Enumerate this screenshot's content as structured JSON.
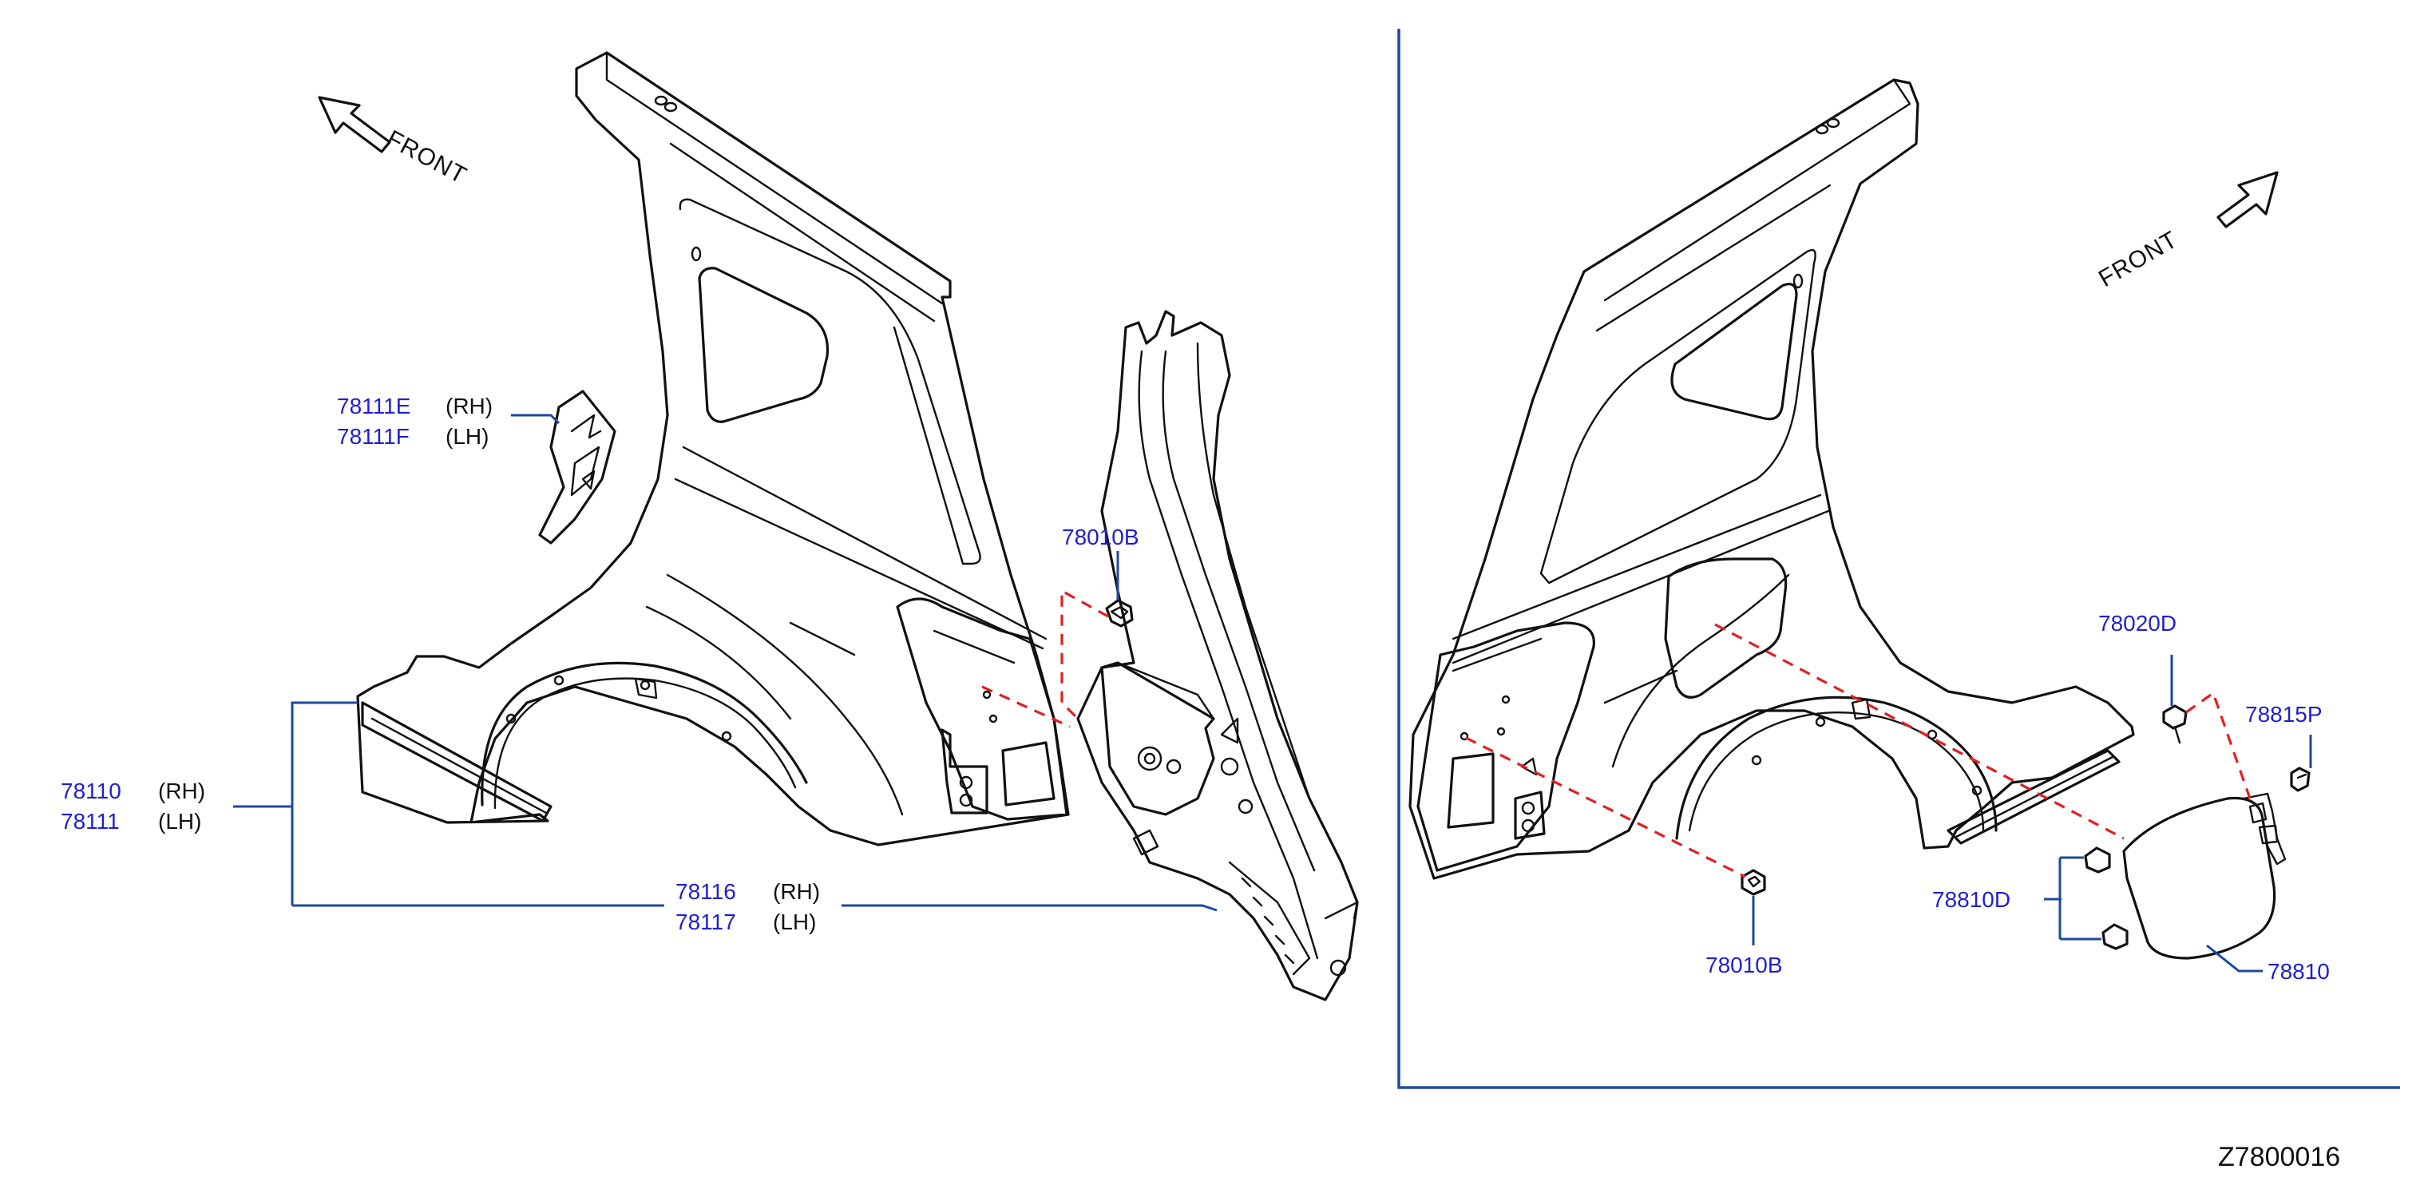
{
  "colors": {
    "part_number": "#1f1fd0",
    "leader": "#1d4a9e",
    "dashed_guide": "#e02020",
    "line_art": "#111111"
  },
  "left_view": {
    "front_label": "FRONT",
    "callouts": {
      "rear_fender_reinf_rh": {
        "number": "78111E",
        "side": "(RH)"
      },
      "rear_fender_reinf_lh": {
        "number": "78111F",
        "side": "(LH)"
      },
      "clip": {
        "number": "78010B"
      },
      "rear_fender_rh": {
        "number": "78110",
        "side": "(RH)"
      },
      "rear_fender_lh": {
        "number": "78111",
        "side": "(LH)"
      },
      "inner_panel_rh": {
        "number": "78116",
        "side": "(RH)"
      },
      "inner_panel_lh": {
        "number": "78117",
        "side": "(LH)"
      }
    }
  },
  "right_view": {
    "front_label": "FRONT",
    "callouts": {
      "screw": {
        "number": "78020D"
      },
      "bumper_rubber": {
        "number": "78815P"
      },
      "bolt": {
        "number": "78810D"
      },
      "clip": {
        "number": "78010B"
      },
      "filler_lid": {
        "number": "78810"
      }
    }
  },
  "diagram_code": "Z7800016"
}
